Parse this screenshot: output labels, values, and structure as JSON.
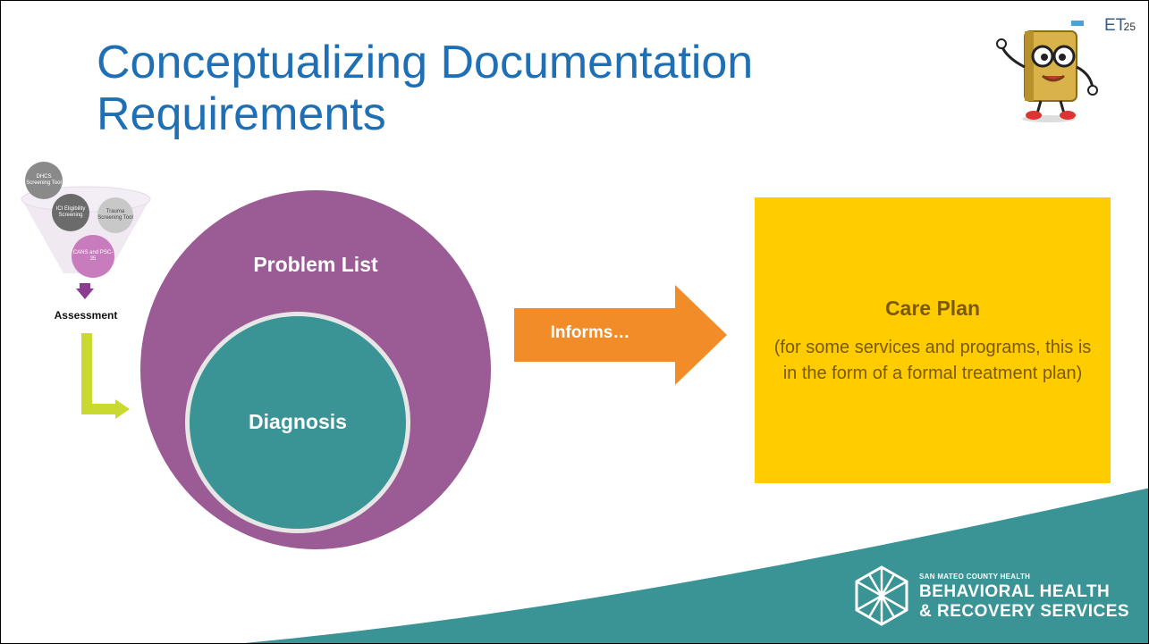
{
  "slide": {
    "title_line1": "Conceptualizing Documentation",
    "title_line2": "Requirements",
    "et_label": "ET",
    "number": "25"
  },
  "funnel": {
    "items": [
      "DHCS Screening Tool",
      "ICI Eligibility Screening",
      "Trauma Screening Tool",
      "CANS and PSC-35"
    ],
    "output_label": "Assessment"
  },
  "circles": {
    "outer_label": "Problem List",
    "inner_label": "Diagnosis"
  },
  "arrow": {
    "label": "Informs…"
  },
  "care_plan": {
    "title": "Care Plan",
    "body": "(for some services and programs, this is in the form of a formal treatment plan)"
  },
  "logo": {
    "small": "SAN MATEO COUNTY HEALTH",
    "line1": "BEHAVIORAL HEALTH",
    "line2": "& RECOVERY SERVICES"
  },
  "colors": {
    "title": "#1f6fb5",
    "outer_circle": "#9b5b95",
    "inner_circle": "#3a9394",
    "arrow": "#f28c28",
    "care_box": "#ffcc00",
    "care_text": "#7a5a00",
    "teal": "#3a9394",
    "connector": "#c9d92f"
  }
}
